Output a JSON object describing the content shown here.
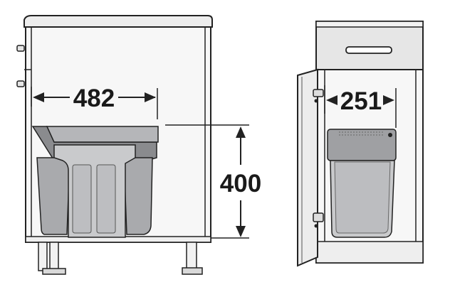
{
  "diagram": {
    "dimensions": {
      "left_width": "482",
      "height": "400",
      "right_width": "251"
    },
    "colors": {
      "cabinet_fill": "#f7f7f7",
      "cabinet_outline": "#222222",
      "bin_dark": "#a9aaad",
      "bin_light": "#c9cacc",
      "frame_gray": "#8a8b8e",
      "drawer_fill": "#e6e6e6"
    }
  }
}
